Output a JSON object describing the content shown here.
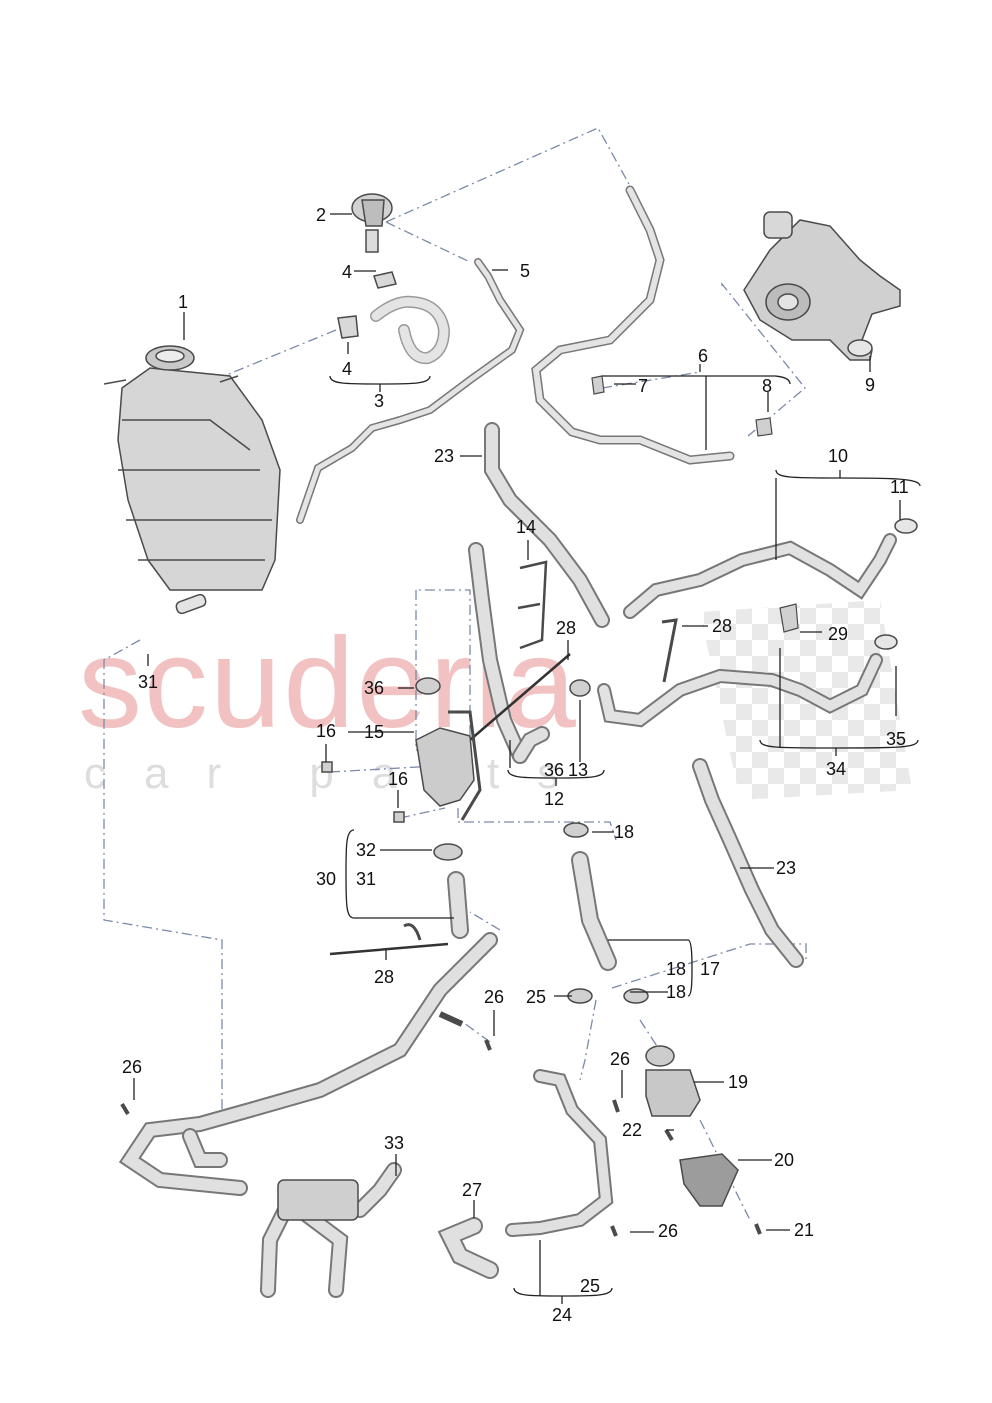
{
  "watermark": {
    "brand": "scuderia",
    "subtitle": "car parts"
  },
  "callouts": [
    "1",
    "2",
    "3",
    "4",
    "4",
    "5",
    "6",
    "7",
    "8",
    "9",
    "10",
    "11",
    "12",
    "13",
    "14",
    "15",
    "16",
    "16",
    "17",
    "18",
    "18",
    "18",
    "19",
    "20",
    "21",
    "22",
    "23",
    "23",
    "24",
    "25",
    "25",
    "26",
    "26",
    "26",
    "26",
    "27",
    "28",
    "28",
    "28",
    "29",
    "30",
    "31",
    "31",
    "32",
    "33",
    "34",
    "35",
    "36",
    "36"
  ],
  "colors": {
    "part_fill": "#dcdcdc",
    "part_stroke": "#4a4a4a",
    "leader": "#222222",
    "dashed": "#7a8aa8",
    "watermark_red": "#f2c2c2",
    "watermark_grey": "#dddddd"
  }
}
